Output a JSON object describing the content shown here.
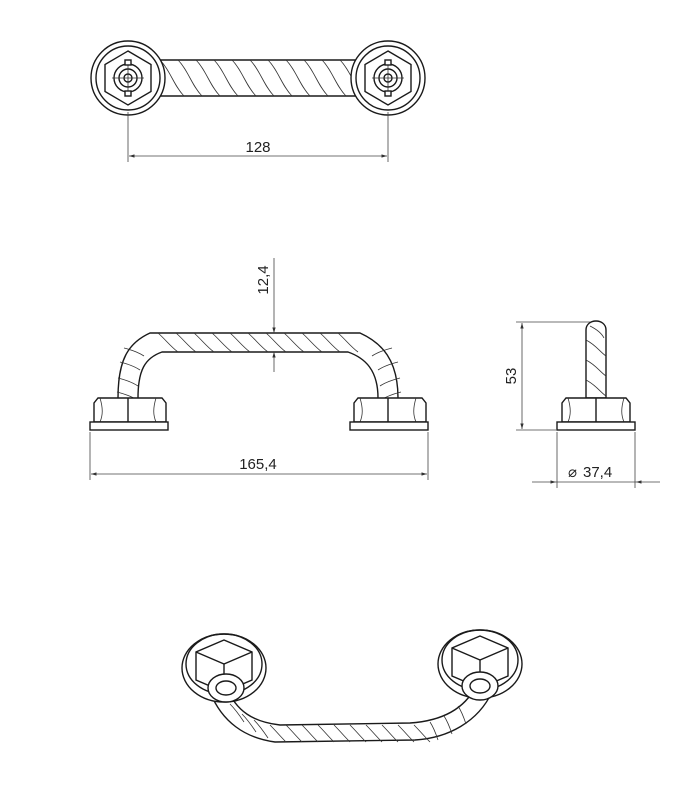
{
  "dimensions": {
    "center_distance": "128",
    "rope_thickness": "12,4",
    "overall_length": "165,4",
    "height": "53",
    "base_diameter": "37,4"
  },
  "views": [
    "top-view",
    "front-view",
    "side-view",
    "perspective-view"
  ]
}
